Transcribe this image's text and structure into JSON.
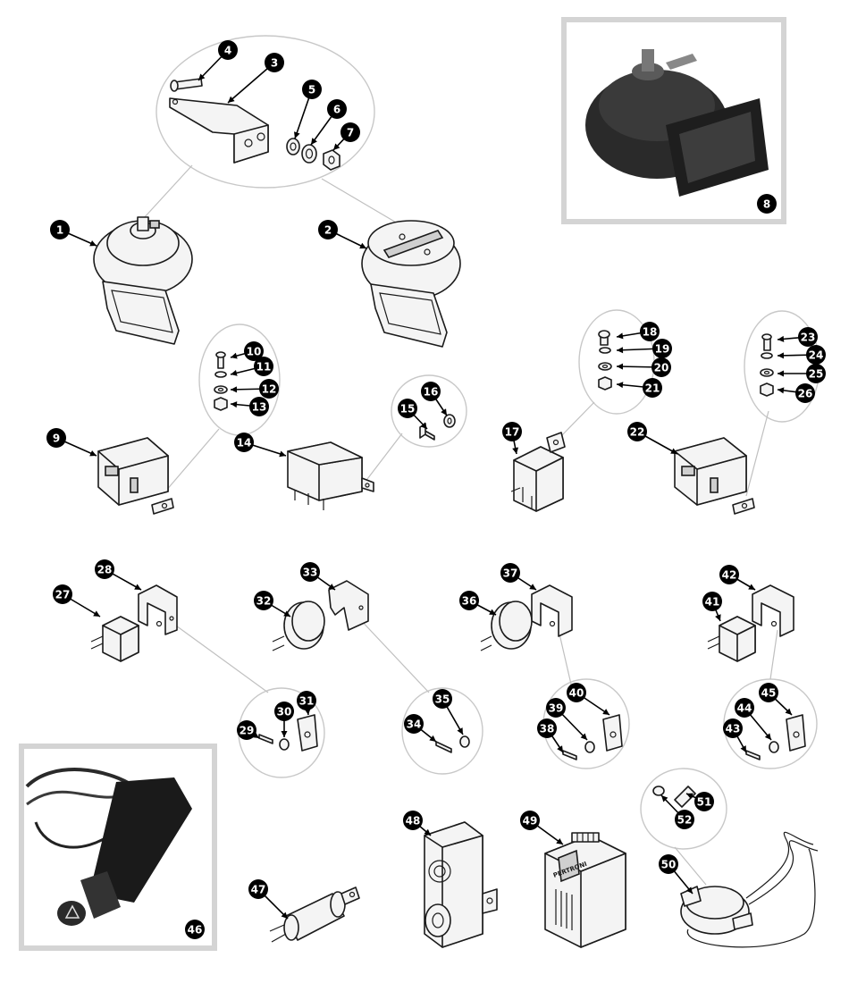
{
  "diagram": {
    "callouts": [
      "1",
      "2",
      "3",
      "4",
      "5",
      "6",
      "7",
      "8",
      "9",
      "10",
      "11",
      "12",
      "13",
      "14",
      "15",
      "16",
      "17",
      "18",
      "19",
      "20",
      "21",
      "22",
      "23",
      "24",
      "25",
      "26",
      "27",
      "28",
      "29",
      "30",
      "31",
      "32",
      "33",
      "34",
      "35",
      "36",
      "37",
      "38",
      "39",
      "40",
      "41",
      "42",
      "43",
      "44",
      "45",
      "46",
      "47",
      "48",
      "49",
      "50",
      "51",
      "52"
    ],
    "product_label": "PERTRONI"
  }
}
